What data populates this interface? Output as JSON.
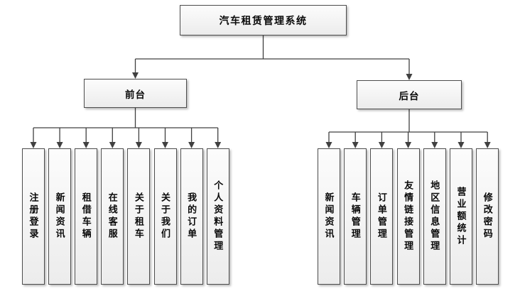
{
  "diagram": {
    "title": "汽车租赁管理系统",
    "root": {
      "label": "汽车租赁管理系统"
    },
    "branches": [
      {
        "id": "front",
        "label": "前台",
        "children": [
          "注册登录",
          "新闻资讯",
          "租借车辆",
          "在线客服",
          "关于租车",
          "关于我们",
          "我的订单",
          "个人资料管理"
        ]
      },
      {
        "id": "back",
        "label": "后台",
        "children": [
          "新闻资讯",
          "车辆管理",
          "订单管理",
          "友情链接管理",
          "地区信息管理",
          "营业额统计",
          "修改密码"
        ]
      }
    ],
    "colors": {
      "line": "#404040",
      "box_border": "#4d4d4d",
      "box_fill_top": "#fcfcfc",
      "box_fill_bottom": "#ececec",
      "background": "#ffffff"
    }
  }
}
